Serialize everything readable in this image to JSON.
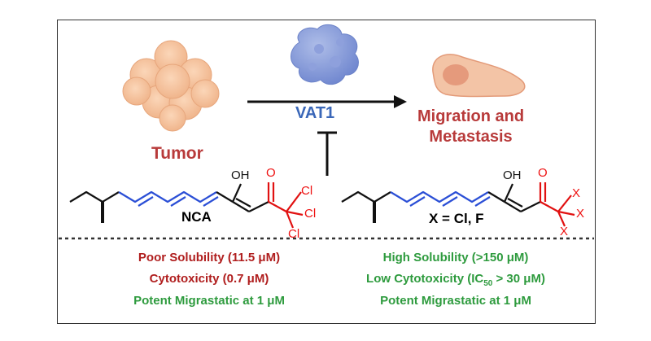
{
  "labels": {
    "tumor": "Tumor",
    "target": "VAT1",
    "outcome_line1": "Migration and",
    "outcome_line2": "Metastasis",
    "left_compound": "NCA",
    "right_compound": "X = Cl, F"
  },
  "atoms": {
    "oh": "OH",
    "o": "O",
    "cl": "Cl",
    "x": "X"
  },
  "left_properties": [
    {
      "text": "Poor Solubility (11.5 μM)",
      "tone": "red"
    },
    {
      "text": "Cytotoxicity (0.7 μM)",
      "tone": "red"
    },
    {
      "text": "Potent Migrastatic at 1 μM",
      "tone": "green"
    }
  ],
  "right_properties": {
    "line1": "High Solubility (>150 μM)",
    "line2_prefix": "Low Cytotoxicity (IC",
    "line2_sub": "50",
    "line2_suffix": " > 30 μM)",
    "line3": "Potent Migrastatic at 1 μM"
  },
  "colors": {
    "red": "#b83a3a",
    "blue": "#3a67b8",
    "green": "#2e9b3e",
    "bond_blue": "#2b4fd6",
    "bond_red": "#e11111"
  }
}
